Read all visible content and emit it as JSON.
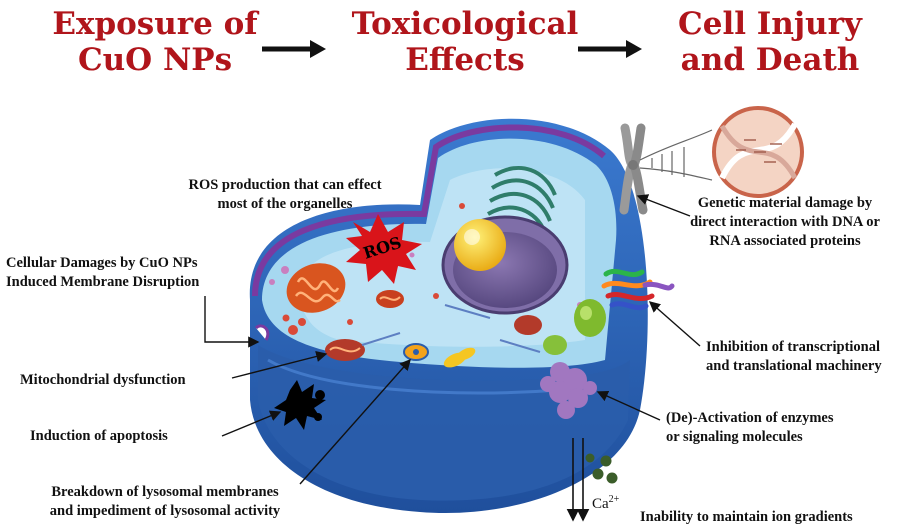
{
  "flow": {
    "step1": [
      "Exposure of",
      "CuO NPs"
    ],
    "step2": [
      "Toxicological",
      "Effects"
    ],
    "step3": [
      "Cell Injury",
      "and Death"
    ]
  },
  "badge": "ROS",
  "ion": {
    "base": "Ca",
    "sup": "2+"
  },
  "labels": {
    "ros": [
      "ROS production that can effect",
      "most of the organelles"
    ],
    "membrane": [
      "Cellular Damages by CuO NPs",
      "Induced Membrane Disruption"
    ],
    "mito": [
      "Mitochondrial dysfunction"
    ],
    "apoptosis": [
      "Induction of apoptosis"
    ],
    "lysosome": [
      "Breakdown of lysosomal membranes",
      "and impediment of lysosomal activity"
    ],
    "genetic": [
      "Genetic material damage by",
      "direct interaction with DNA or",
      "RNA associated proteins"
    ],
    "transcription": [
      "Inhibition of transcriptional",
      "and translational machinery"
    ],
    "enzymes": [
      "(De)-Activation of enzymes",
      "or signaling molecules"
    ],
    "ions": [
      "Inability to maintain ion gradients"
    ]
  },
  "colors": {
    "title": "#b0151b",
    "cell_outer": "#2b63b5",
    "cytoplasm": "#9fd4ef",
    "nucleus": "#6a5a8c",
    "ros": "#d9141a"
  }
}
